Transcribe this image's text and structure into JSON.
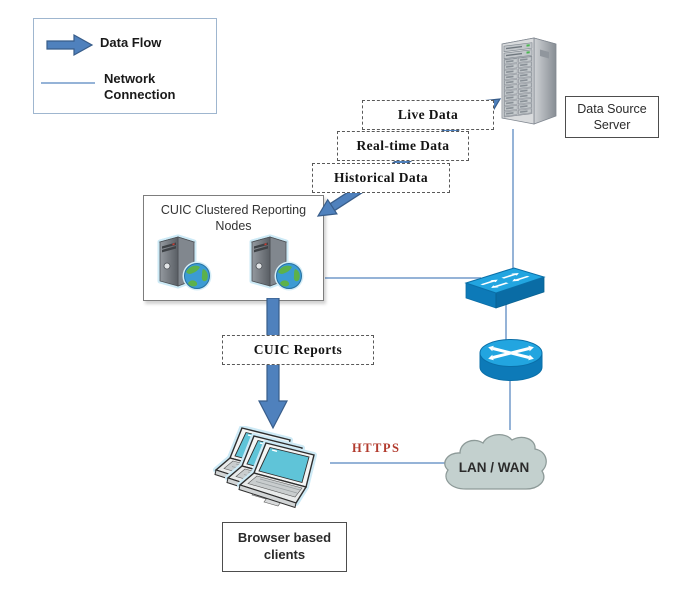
{
  "legend": {
    "data_flow_label": "Data Flow",
    "network_connection_label": "Network Connection"
  },
  "flows": {
    "live_data_label": "Live Data",
    "real_time_data_label": "Real-time Data",
    "historical_data_label": "Historical Data",
    "cuic_reports_label": "CUIC Reports",
    "https_label": "HTTPS"
  },
  "nodes": {
    "data_source_server_label": "Data Source Server",
    "cuic_cluster_label": "CUIC Clustered Reporting Nodes",
    "browser_clients_label": "Browser based clients",
    "lan_wan_label": "LAN / WAN"
  },
  "icons": {
    "data_flow_arrow": "right-block-arrow",
    "network_connection": "thin-blue-line",
    "data_source_server": "tower-server",
    "reporting_node": "tower-server-with-globe",
    "network_switch": "cisco-switch",
    "network_router": "cisco-router",
    "lan_wan": "cloud",
    "browser_clients": "laptop-stack"
  },
  "colors": {
    "flow_arrow_fill": "#4f81bd",
    "flow_arrow_border": "#385d8a",
    "network_line": "#95b3d7",
    "https_text": "#b23b2e",
    "cisco_device_top": "#22a5e0",
    "cisco_device_body": "#0d7ab8",
    "cloud_fill": "#c3d0ce",
    "cloud_border": "#8d9a98",
    "screen_teal": "#5fc4d8"
  }
}
